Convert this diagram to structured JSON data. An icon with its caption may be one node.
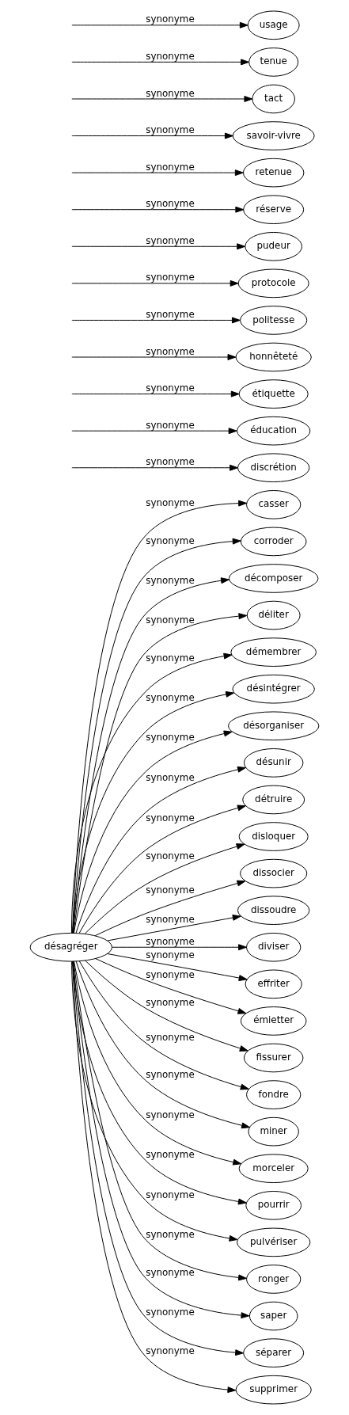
{
  "diagram": {
    "nodes": [
      {
        "text": [
          "désagréger"
        ]
      },
      {
        "text": [
          "casser"
        ]
      },
      {
        "text": [
          "corroder"
        ]
      },
      {
        "text": [
          "décomposer"
        ]
      },
      {
        "text": [
          "déliter"
        ]
      },
      {
        "text": [
          "démembrer"
        ]
      },
      {
        "text": [
          "désintégrer"
        ]
      },
      {
        "text": [
          "désorganiser"
        ]
      },
      {
        "text": [
          "désunir"
        ]
      },
      {
        "text": [
          "détruire"
        ]
      },
      {
        "text": [
          "disloquer"
        ]
      },
      {
        "text": [
          "dissocier"
        ]
      },
      {
        "text": [
          "dissoudre"
        ]
      },
      {
        "text": [
          "diviser"
        ]
      },
      {
        "text": [
          "discrétion"
        ]
      },
      {
        "text": [
          "effriter"
        ]
      },
      {
        "text": [
          "éducation"
        ]
      },
      {
        "text": [
          "émietter"
        ]
      },
      {
        "text": [
          "étiquette"
        ]
      },
      {
        "text": [
          "fissurer"
        ]
      },
      {
        "text": [
          "honnêteté"
        ]
      },
      {
        "text": [
          "fondre"
        ]
      },
      {
        "text": [
          "politesse"
        ]
      },
      {
        "text": [
          "miner"
        ]
      },
      {
        "text": [
          "protocole"
        ]
      },
      {
        "text": [
          "morceler"
        ]
      },
      {
        "text": [
          "pudeur"
        ]
      },
      {
        "text": [
          "pourrir"
        ]
      },
      {
        "text": [
          "réserve"
        ]
      },
      {
        "text": [
          "pulvériser"
        ]
      },
      {
        "text": [
          "retenue"
        ]
      },
      {
        "text": [
          "ronger"
        ]
      },
      {
        "text": [
          "savoir-vivre"
        ]
      },
      {
        "text": [
          "saper"
        ]
      },
      {
        "text": [
          "tact"
        ]
      },
      {
        "text": [
          "séparer"
        ]
      },
      {
        "text": [
          "tenue"
        ]
      },
      {
        "text": [
          "supprimer"
        ]
      },
      {
        "text": [
          "usage"
        ]
      }
    ],
    "edges": [
      {
        "from": 0,
        "to": 1,
        "arrow": "to",
        "label": "synonyme"
      },
      {
        "from": 0,
        "to": 2,
        "arrow": "to",
        "label": "synonyme"
      },
      {
        "from": 0,
        "to": 3,
        "arrow": "to",
        "label": "synonyme"
      },
      {
        "from": 0,
        "to": 4,
        "arrow": "to",
        "label": "synonyme"
      },
      {
        "from": 0,
        "to": 5,
        "arrow": "to",
        "label": "synonyme"
      },
      {
        "from": 0,
        "to": 6,
        "arrow": "to",
        "label": "synonyme"
      },
      {
        "from": 0,
        "to": 7,
        "arrow": "to",
        "label": "synonyme"
      },
      {
        "from": 0,
        "to": 8,
        "arrow": "to",
        "label": "synonyme"
      },
      {
        "from": 0,
        "to": 9,
        "arrow": "to",
        "label": "synonyme"
      },
      {
        "from": 0,
        "to": 10,
        "arrow": "to",
        "label": "synonyme"
      },
      {
        "from": 0,
        "to": 11,
        "arrow": "to",
        "label": "synonyme"
      },
      {
        "from": 0,
        "to": 12,
        "arrow": "to",
        "label": "synonyme"
      },
      {
        "from": 0,
        "to": 13,
        "arrow": "to",
        "label": "synonyme"
      },
      {
        "from": null,
        "to": 14,
        "arrow": "to",
        "label": "synonyme"
      },
      {
        "from": 0,
        "to": 15,
        "arrow": "to",
        "label": "synonyme"
      },
      {
        "from": null,
        "to": 16,
        "arrow": "to",
        "label": "synonyme"
      },
      {
        "from": 0,
        "to": 17,
        "arrow": "to",
        "label": "synonyme"
      },
      {
        "from": null,
        "to": 18,
        "arrow": "to",
        "label": "synonyme"
      },
      {
        "from": 0,
        "to": 19,
        "arrow": "to",
        "label": "synonyme"
      },
      {
        "from": null,
        "to": 20,
        "arrow": "to",
        "label": "synonyme"
      },
      {
        "from": 0,
        "to": 21,
        "arrow": "to",
        "label": "synonyme"
      },
      {
        "from": null,
        "to": 22,
        "arrow": "to",
        "label": "synonyme"
      },
      {
        "from": 0,
        "to": 23,
        "arrow": "to",
        "label": "synonyme"
      },
      {
        "from": null,
        "to": 24,
        "arrow": "to",
        "label": "synonyme"
      },
      {
        "from": 0,
        "to": 25,
        "arrow": "to",
        "label": "synonyme"
      },
      {
        "from": null,
        "to": 26,
        "arrow": "to",
        "label": "synonyme"
      },
      {
        "from": 0,
        "to": 27,
        "arrow": "to",
        "label": "synonyme"
      },
      {
        "from": null,
        "to": 28,
        "arrow": "to",
        "label": "synonyme"
      },
      {
        "from": 0,
        "to": 29,
        "arrow": "to",
        "label": "synonyme"
      },
      {
        "from": null,
        "to": 30,
        "arrow": "to",
        "label": "synonyme"
      },
      {
        "from": 0,
        "to": 31,
        "arrow": "to",
        "label": "synonyme"
      },
      {
        "from": null,
        "to": 32,
        "arrow": "to",
        "label": "synonyme"
      },
      {
        "from": 0,
        "to": 33,
        "arrow": "to",
        "label": "synonyme"
      },
      {
        "from": null,
        "to": 34,
        "arrow": "to",
        "label": "synonyme"
      },
      {
        "from": 0,
        "to": 35,
        "arrow": "to",
        "label": "synonyme"
      },
      {
        "from": null,
        "to": 36,
        "arrow": "to",
        "label": "synonyme"
      },
      {
        "from": 0,
        "to": 37,
        "arrow": "to",
        "label": "synonyme"
      },
      {
        "from": null,
        "to": 38,
        "arrow": "to",
        "label": "synonyme"
      }
    ]
  }
}
